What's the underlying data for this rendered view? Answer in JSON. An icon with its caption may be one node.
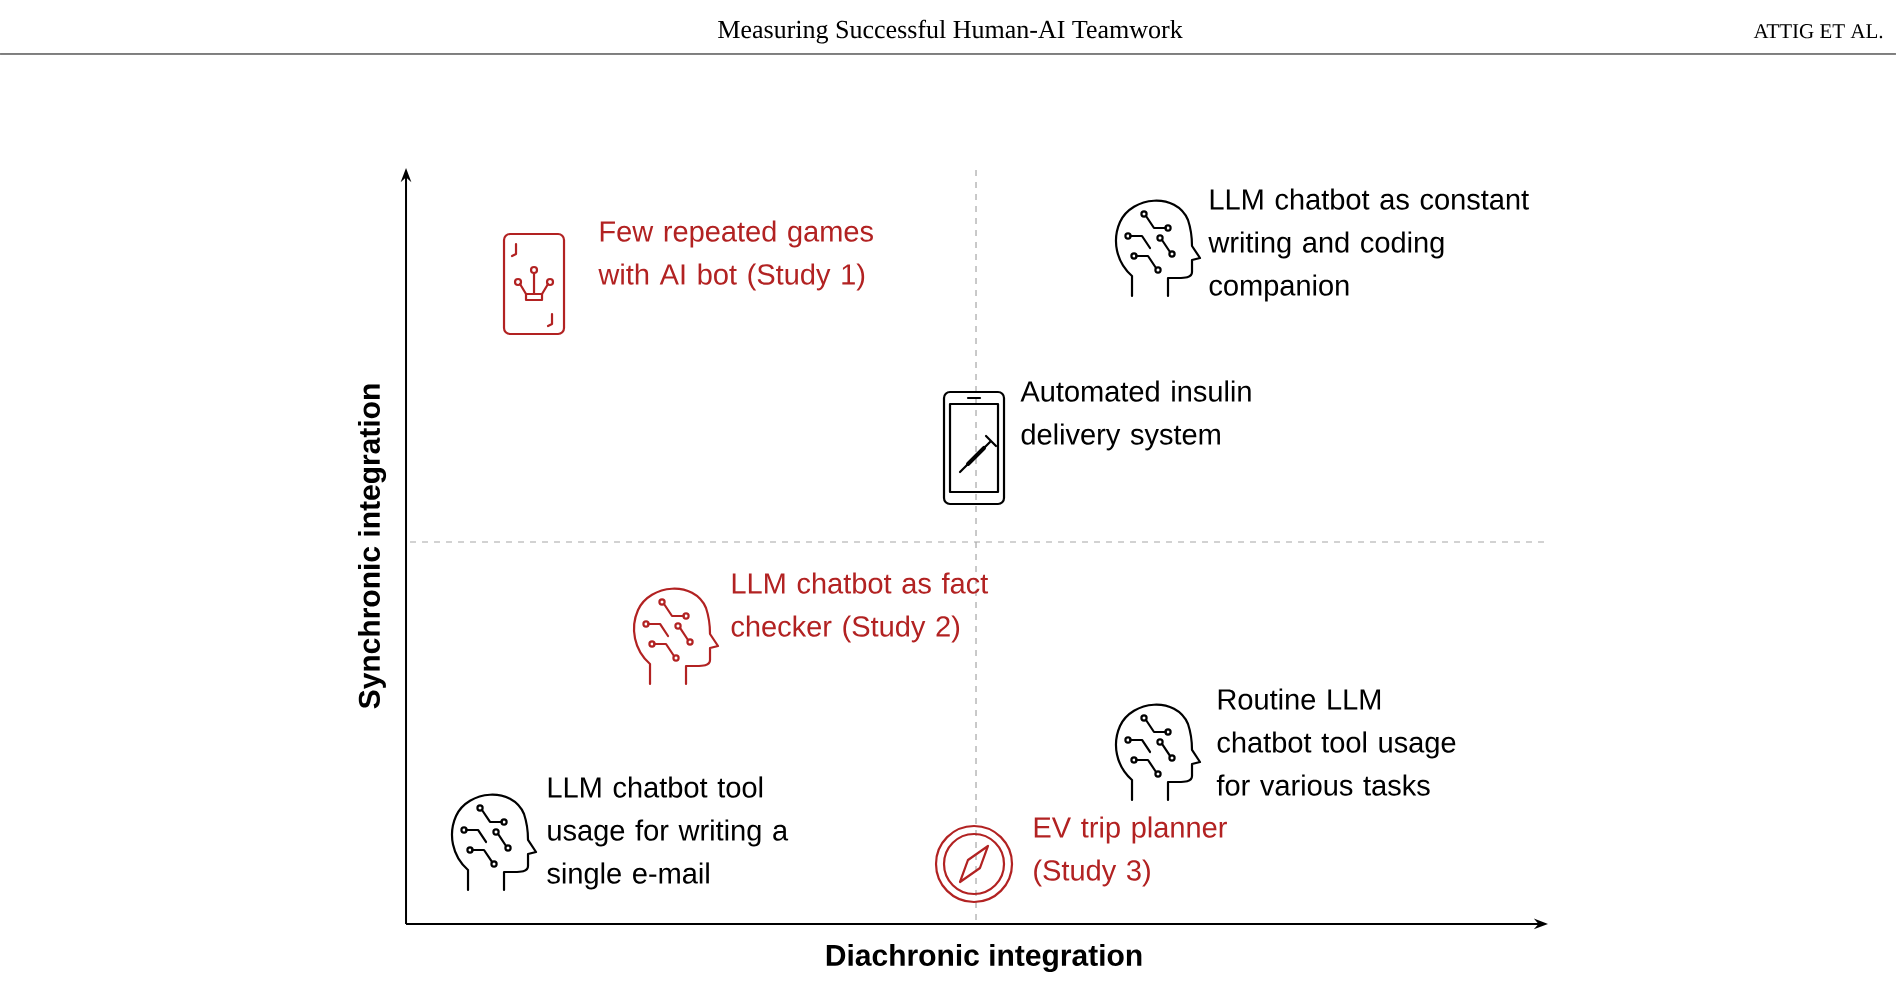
{
  "diagram": {
    "nodes": [
      {
        "text": [
          "Few repeated games with AI bot (Study 1)"
        ]
      },
      {
        "text": [
          "LLM chatbot as constant writing and coding companion"
        ]
      },
      {
        "text": [
          "Automated insulin delivery system"
        ]
      },
      {
        "text": [
          "LLM chatbot as fact checker (Study 2)"
        ]
      },
      {
        "text": [
          "Routine LLM chatbot tool usage for various tasks"
        ]
      },
      {
        "text": [
          "LLM chatbot tool usage for writing a single e-mail"
        ]
      },
      {
        "text": [
          "EV trip planner (Study 3)"
        ]
      }
    ],
    "labels": [
      "Measuring Successful Human-AI Teamwork",
      "ATTIG ET AL.",
      "Synchronic integration",
      "Diachronic integration"
    ]
  }
}
